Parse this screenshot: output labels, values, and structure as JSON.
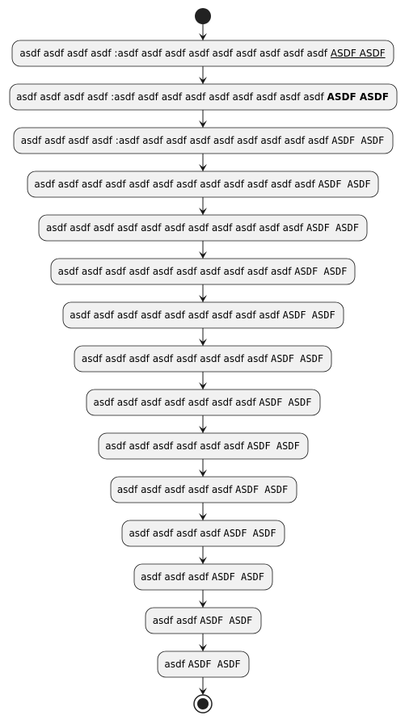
{
  "colors": {
    "box_fill": "#F1F1F1",
    "box_stroke": "#181818",
    "edge": "#181818",
    "node_marker": "#222222"
  },
  "start_node": "start-circle-icon",
  "end_node": "end-circle-icon",
  "activities": [
    {
      "text": "asdf asdf asdf asdf :asdf asdf asdf asdf asdf asdf asdf asdf asdf",
      "tail": "ASDF ASDF",
      "style": "underline"
    },
    {
      "text": "asdf asdf asdf asdf :asdf asdf asdf asdf asdf asdf asdf asdf asdf",
      "tail": "ASDF ASDF",
      "style": "bold"
    },
    {
      "text": "asdf asdf asdf asdf :asdf asdf asdf asdf asdf asdf asdf asdf asdf",
      "tail": "ASDF ASDF",
      "style": "mono"
    },
    {
      "text": "asdf asdf asdf asdf asdf asdf asdf asdf asdf asdf asdf asdf",
      "tail": "ASDF ASDF",
      "style": "mono"
    },
    {
      "text": "asdf asdf asdf asdf asdf asdf asdf asdf asdf asdf asdf",
      "tail": "ASDF ASDF",
      "style": "mono"
    },
    {
      "text": "asdf asdf asdf asdf asdf asdf asdf asdf asdf asdf",
      "tail": "ASDF ASDF",
      "style": "mono"
    },
    {
      "text": "asdf asdf asdf asdf asdf asdf asdf asdf asdf",
      "tail": "ASDF ASDF",
      "style": "mono"
    },
    {
      "text": "asdf asdf asdf asdf asdf asdf asdf asdf",
      "tail": "ASDF ASDF",
      "style": "mono"
    },
    {
      "text": "asdf asdf asdf asdf asdf asdf asdf",
      "tail": "ASDF ASDF",
      "style": "mono"
    },
    {
      "text": "asdf asdf asdf asdf asdf asdf",
      "tail": "ASDF ASDF",
      "style": "mono"
    },
    {
      "text": "asdf asdf asdf asdf asdf",
      "tail": "ASDF ASDF",
      "style": "mono"
    },
    {
      "text": "asdf asdf asdf asdf",
      "tail": "ASDF ASDF",
      "style": "mono"
    },
    {
      "text": "asdf asdf asdf",
      "tail": "ASDF ASDF",
      "style": "mono"
    },
    {
      "text": "asdf asdf",
      "tail": "ASDF ASDF",
      "style": "mono"
    },
    {
      "text": "asdf",
      "tail": "ASDF ASDF",
      "style": "mono"
    }
  ]
}
